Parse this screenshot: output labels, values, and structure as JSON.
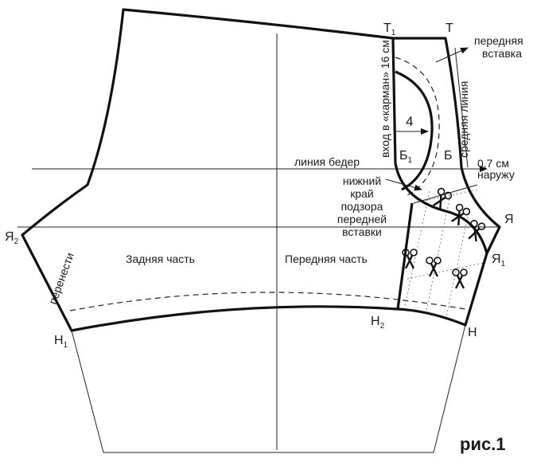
{
  "figure_label": "рис.1",
  "pieces": {
    "back": "Задняя часть",
    "front": "Передняя часть"
  },
  "annotations": {
    "front_insert": "передняя вставка",
    "front_insert_line1": "передняя",
    "front_insert_line2": "вставка",
    "pocket_entry": "вход в «карман» 16 см",
    "center_line": "средняя линия",
    "hip_line": "линия бедер",
    "offset_1": "0,7 см",
    "offset_2": "наружу",
    "lower_edge": [
      "нижний",
      "край",
      "подзора",
      "передней",
      "вставки"
    ],
    "transfer": "перенести",
    "pocket_depth": "4"
  },
  "points": {
    "T1": {
      "base": "Т",
      "sub": "1"
    },
    "T": {
      "base": "Т",
      "sub": ""
    },
    "B1": {
      "base": "Б",
      "sub": "1"
    },
    "B": {
      "base": "Б",
      "sub": ""
    },
    "Ya": {
      "base": "Я",
      "sub": ""
    },
    "Ya1": {
      "base": "Я",
      "sub": "1"
    },
    "Ya2": {
      "base": "Я",
      "sub": "2"
    },
    "H": {
      "base": "Н",
      "sub": ""
    },
    "H1": {
      "base": "Н",
      "sub": "1"
    },
    "H2": {
      "base": "Н",
      "sub": "2"
    }
  }
}
